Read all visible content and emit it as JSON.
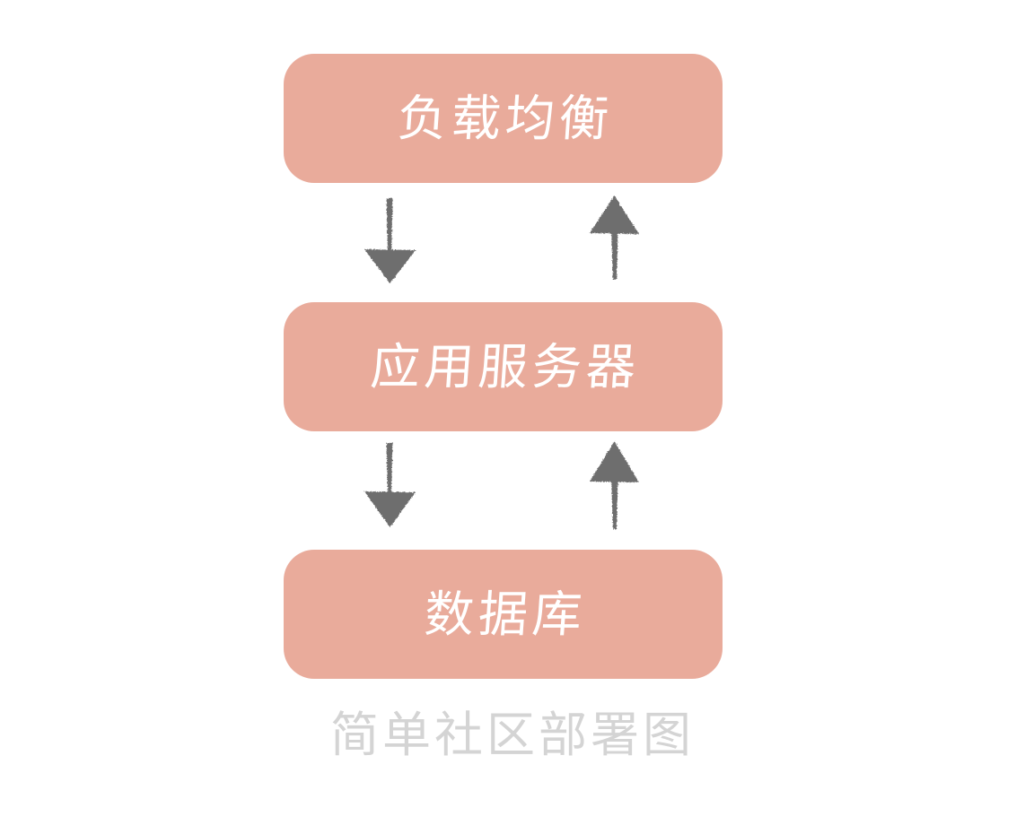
{
  "diagram": {
    "title": "简单社区部署图",
    "background_color": "#ffffff",
    "node_fill_color": "#e9ab9b",
    "node_text_color": "#ffffff",
    "arrow_color": "#6e6e6e",
    "caption_color": "#d4d4d4",
    "style": "hand-drawn sketch",
    "nodes": [
      {
        "id": "load-balancer",
        "label": "负载均衡"
      },
      {
        "id": "app-server",
        "label": "应用服务器"
      },
      {
        "id": "database",
        "label": "数据库"
      }
    ],
    "connections": [
      {
        "id": "lb-to-app",
        "from": "load-balancer",
        "to": "app-server",
        "direction": "down"
      },
      {
        "id": "app-to-lb",
        "from": "app-server",
        "to": "load-balancer",
        "direction": "up"
      },
      {
        "id": "app-to-db",
        "from": "app-server",
        "to": "database",
        "direction": "down"
      },
      {
        "id": "db-to-app",
        "from": "database",
        "to": "app-server",
        "direction": "up"
      }
    ]
  }
}
